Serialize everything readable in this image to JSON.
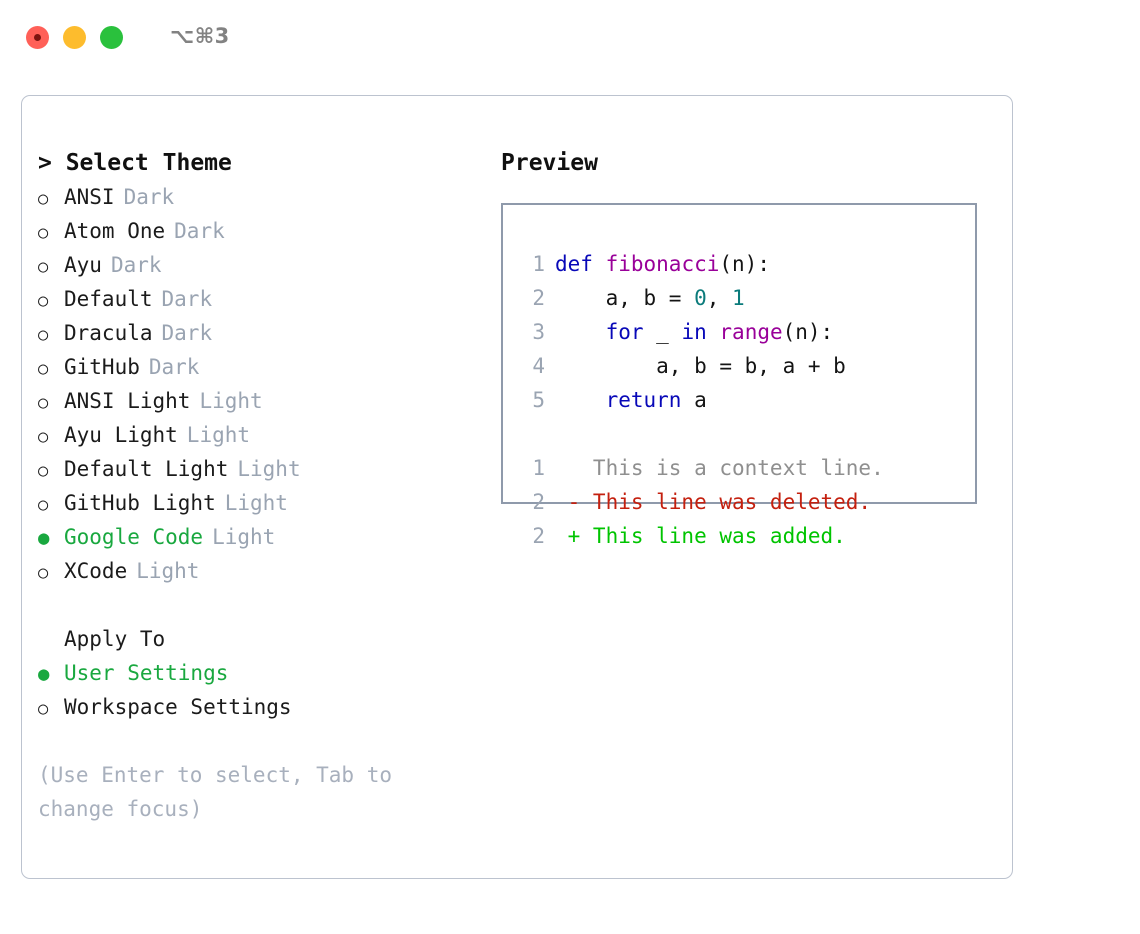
{
  "titlebar": {
    "shortcut": "⌥⌘3",
    "dots": [
      "close-red",
      "minimize-amber",
      "zoom-green"
    ]
  },
  "left": {
    "header": "> Select Theme",
    "themes": [
      {
        "marker": "○",
        "name": "ANSI",
        "tag": "Dark",
        "selected": false
      },
      {
        "marker": "○",
        "name": "Atom One",
        "tag": "Dark",
        "selected": false
      },
      {
        "marker": "○",
        "name": "Ayu",
        "tag": "Dark",
        "selected": false
      },
      {
        "marker": "○",
        "name": "Default",
        "tag": "Dark",
        "selected": false
      },
      {
        "marker": "○",
        "name": "Dracula",
        "tag": "Dark",
        "selected": false
      },
      {
        "marker": "○",
        "name": "GitHub",
        "tag": "Dark",
        "selected": false
      },
      {
        "marker": "○",
        "name": "ANSI Light",
        "tag": "Light",
        "selected": false
      },
      {
        "marker": "○",
        "name": "Ayu Light",
        "tag": "Light",
        "selected": false
      },
      {
        "marker": "○",
        "name": "Default Light",
        "tag": "Light",
        "selected": false
      },
      {
        "marker": "○",
        "name": "GitHub Light",
        "tag": "Light",
        "selected": false
      },
      {
        "marker": "●",
        "name": "Google Code",
        "tag": "Light",
        "selected": true
      },
      {
        "marker": "○",
        "name": "XCode",
        "tag": "Light",
        "selected": false
      }
    ],
    "apply_to_header": "Apply To",
    "apply_to": [
      {
        "marker": "●",
        "name": "User Settings",
        "selected": true
      },
      {
        "marker": "○",
        "name": "Workspace Settings",
        "selected": false
      }
    ],
    "hint": "(Use Enter to select, Tab to change focus)"
  },
  "right": {
    "header": "Preview",
    "code_lines": [
      {
        "num": "1",
        "tokens": [
          {
            "t": "def",
            "c": "kw"
          },
          {
            "t": " ",
            "c": "pln"
          },
          {
            "t": "fibonacci",
            "c": "fn"
          },
          {
            "t": "(n):",
            "c": "pln"
          }
        ]
      },
      {
        "num": "2",
        "tokens": [
          {
            "t": "    a, b = ",
            "c": "pln"
          },
          {
            "t": "0",
            "c": "num"
          },
          {
            "t": ", ",
            "c": "pln"
          },
          {
            "t": "1",
            "c": "num"
          }
        ]
      },
      {
        "num": "3",
        "tokens": [
          {
            "t": "    ",
            "c": "pln"
          },
          {
            "t": "for",
            "c": "kw"
          },
          {
            "t": " _ ",
            "c": "pln"
          },
          {
            "t": "in",
            "c": "kw"
          },
          {
            "t": " ",
            "c": "pln"
          },
          {
            "t": "range",
            "c": "fn"
          },
          {
            "t": "(n):",
            "c": "pln"
          }
        ]
      },
      {
        "num": "4",
        "tokens": [
          {
            "t": "        a, b = b, a + b",
            "c": "pln"
          }
        ]
      },
      {
        "num": "5",
        "tokens": [
          {
            "t": "    ",
            "c": "pln"
          },
          {
            "t": "return",
            "c": "kw"
          },
          {
            "t": " a",
            "c": "pln"
          }
        ]
      }
    ],
    "diff_lines": [
      {
        "num": "1",
        "text": "   This is a context line.",
        "kind": "ctx"
      },
      {
        "num": "2",
        "text": " - This line was deleted.",
        "kind": "del"
      },
      {
        "num": "2",
        "text": " + This line was added.",
        "kind": "add"
      }
    ]
  },
  "colors": {
    "accent_green": "#19a83f",
    "muted_gray": "#9aa4b2",
    "keyword_blue": "#0808b8",
    "function_magenta": "#990099",
    "number_teal": "#0b7b7b",
    "diff_removed_red": "#c4200f",
    "diff_added_green": "#00c400",
    "panel_border": "#bcc3cf",
    "preview_border": "#8f9aab"
  }
}
